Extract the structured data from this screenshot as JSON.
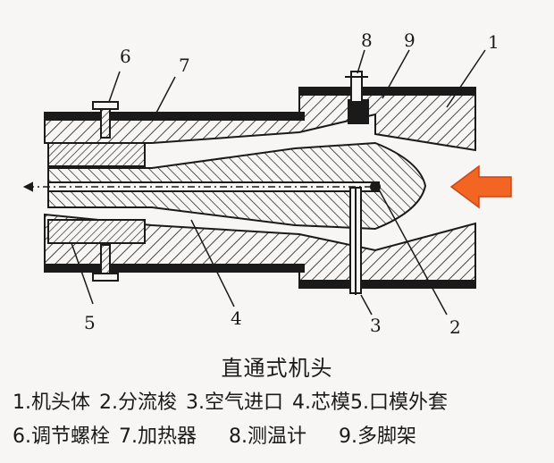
{
  "diagram": {
    "title": "直通式机头",
    "callout_numbers": [
      "1",
      "2",
      "3",
      "4",
      "5",
      "6",
      "7",
      "8",
      "9"
    ],
    "legend": {
      "line1": [
        "1.机头体",
        "2.分流梭",
        "3.空气进口",
        "4.芯模",
        "5.口模外套"
      ],
      "line2": [
        "6.调节螺栓",
        "7.加热器",
        "8.测温计",
        "9.多脚架"
      ]
    },
    "colors": {
      "hatch": "#1a1a1a",
      "background": "#f7f6f4",
      "arrow": "#f26522",
      "arrow_outline": "#c9471a"
    },
    "flow_arrow": "orange-flow-arrow"
  }
}
